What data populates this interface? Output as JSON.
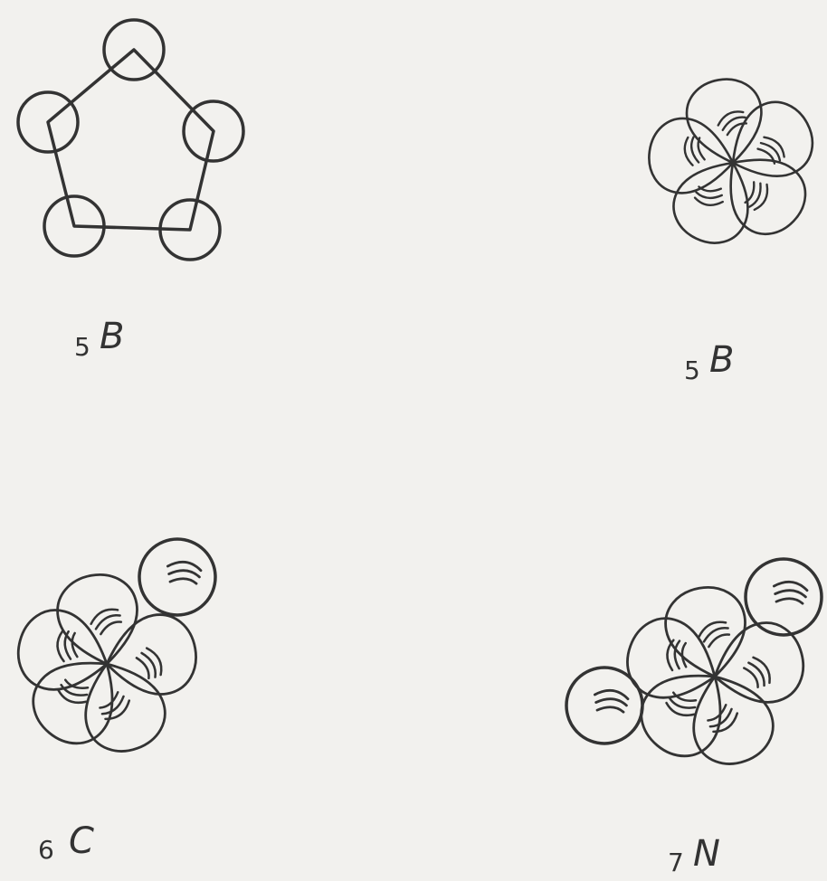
{
  "panels": [
    {
      "number": "5",
      "symbol": "B"
    },
    {
      "number": "5",
      "symbol": "B"
    },
    {
      "number": "6",
      "symbol": "C"
    },
    {
      "number": "7",
      "symbol": "N"
    }
  ],
  "colors": {
    "ink": "#333333",
    "background": "#f2f1ee"
  }
}
